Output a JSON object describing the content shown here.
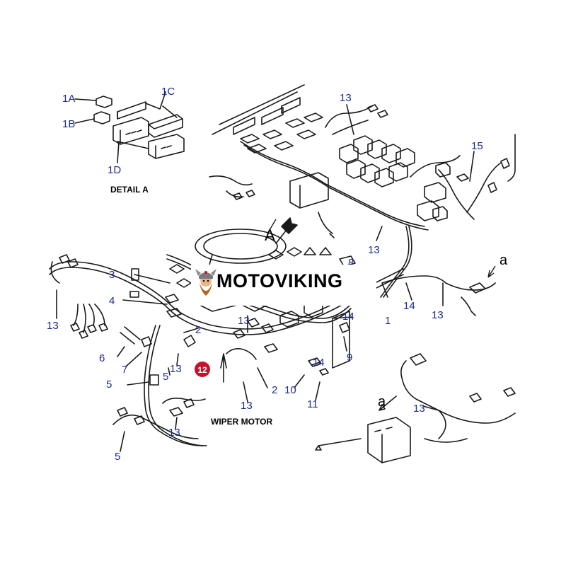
{
  "colors": {
    "callout": "#1f2c8f",
    "line": "#1a1a1a",
    "badge": "#c8102e",
    "watermark_text": "#000000"
  },
  "labels": {
    "detail_a": "DETAIL A",
    "wiper_motor": "WIPER MOTOR",
    "view_a_arrow": "A",
    "view_small_a_1": "a",
    "view_small_a_2": "a"
  },
  "watermark": {
    "brand": "MOTOVIKING",
    "logo_icon": "viking-head-icon"
  },
  "badge": {
    "number": "12"
  },
  "callouts": [
    "1A",
    "1B",
    "1C",
    "1D",
    "13",
    "15",
    "13",
    "8",
    "3",
    "4",
    "13",
    "14",
    "1",
    "14",
    "13",
    "13",
    "2",
    "13",
    "14",
    "6",
    "7",
    "5",
    "13",
    "9",
    "14",
    "2",
    "10",
    "5",
    "13",
    "11",
    "13",
    "13",
    "5"
  ]
}
